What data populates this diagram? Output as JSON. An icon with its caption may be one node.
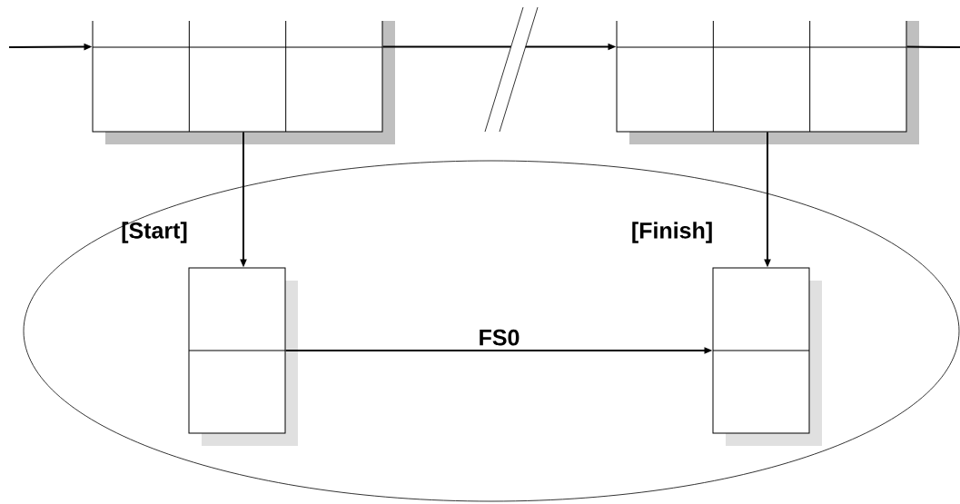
{
  "diagram": {
    "nodes": [
      {
        "text": [],
        "shape": "box"
      },
      {
        "text": [],
        "shape": "box"
      },
      {
        "text": [],
        "shape": "ellipse"
      },
      {
        "text": [],
        "shape": "box",
        "in": 2,
        "beside": [
          "[Start]"
        ]
      },
      {
        "text": [],
        "shape": "box",
        "in": 2,
        "beside": [
          "[Finish]"
        ]
      }
    ],
    "edges": [
      {
        "from": null,
        "to": 0,
        "arrow": "to"
      },
      {
        "from": 0,
        "to": 1,
        "arrow": "to"
      },
      {
        "from": 1,
        "to": null,
        "arrow": "none"
      },
      {
        "from": 0,
        "to": 3,
        "arrow": "to"
      },
      {
        "from": 1,
        "to": 4,
        "arrow": "to"
      },
      {
        "from": 3,
        "to": 4,
        "arrow": "to",
        "label": "FS0"
      }
    ]
  }
}
